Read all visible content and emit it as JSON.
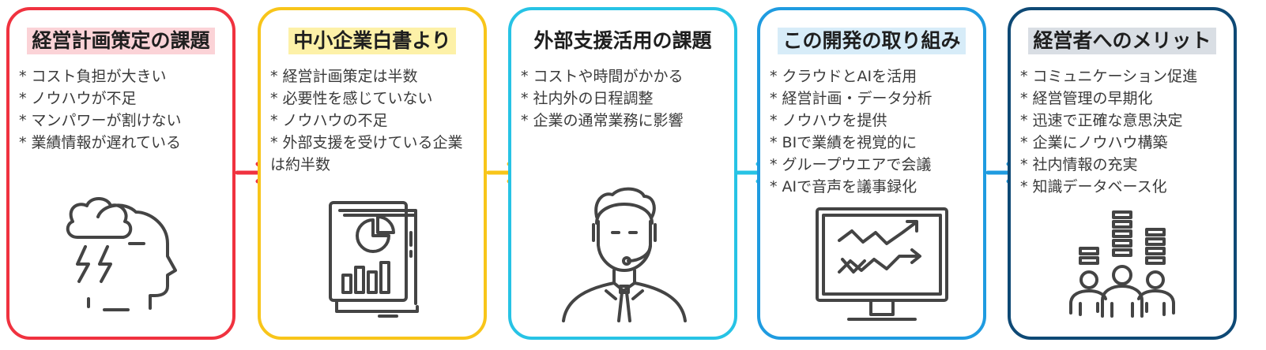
{
  "colors": {
    "card1": "#f0323f",
    "card2": "#f8c51a",
    "card3": "#27c3e5",
    "card4": "#1f9be0",
    "card5": "#0e4975",
    "title1_bg": "#fbd3d7",
    "title2_bg": "#fdf1a8",
    "title3_bg": "#ffffff",
    "title4_bg": "#d7ecf8",
    "title5_bg": "#d9dee4"
  },
  "cards": [
    {
      "title": "経営計画策定の課題",
      "items": [
        "* コスト負担が大きい",
        "*  ノウハウが不足",
        "*  マンパワーが割けない",
        "* 業績情報が遅れている"
      ],
      "icon": "headache-storm-head-icon"
    },
    {
      "title": "中小企業白書より",
      "items": [
        "* 経営計画策定は半数",
        "*  必要性を感じていない",
        "*  ノウハウの不足",
        "* 外部支援を受けている企業は約半数"
      ],
      "icon": "report-chart-document-icon"
    },
    {
      "title": "外部支援活用の課題",
      "items": [
        "* コストや時間がかかる",
        "*  社内外の日程調整",
        "*  企業の通常業務に影響"
      ],
      "icon": "consultant-headset-icon"
    },
    {
      "title": "この開発の取り組み",
      "items": [
        "* クラウドとAIを活用",
        "*  経営計画・データ分析",
        "*  ノウハウを提供",
        "*  BIで業績を視覚的に",
        "*  グループウエアで会議",
        "*  AIで音声を議事録化"
      ],
      "icon": "monitor-trend-chart-icon"
    },
    {
      "title": "経営者へのメリット",
      "items": [
        "*  コミュニケーション促進",
        "*  経営管理の早期化",
        "*  迅速で正確な意思決定",
        "*  企業にノウハウ構築",
        "*  社内情報の充実",
        "*  知識データベース化"
      ],
      "icon": "team-growth-icon"
    }
  ]
}
